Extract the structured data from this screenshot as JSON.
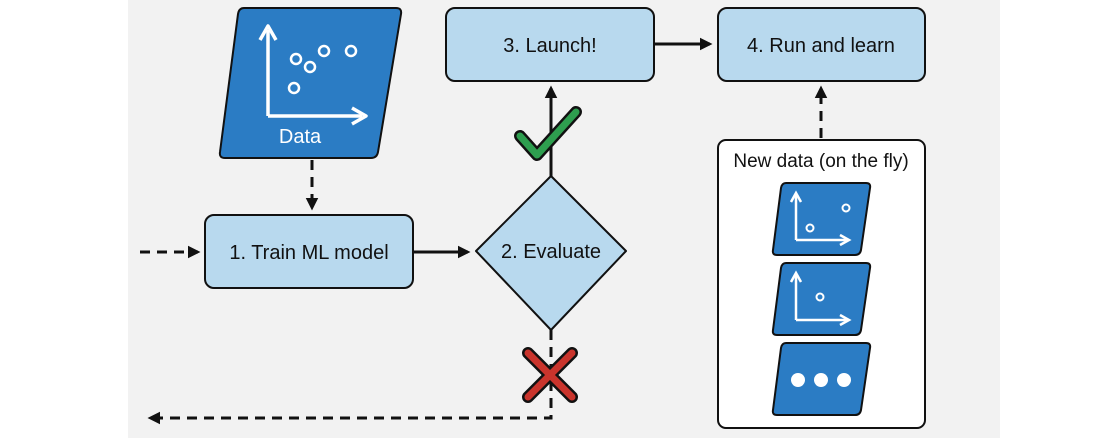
{
  "diagram": {
    "data_label": "Data",
    "train_label": "1. Train ML model",
    "evaluate_label": "2. Evaluate",
    "launch_label": "3. Launch!",
    "run_label": "4. Run and learn",
    "new_data_title": "New data (on the fly)"
  },
  "colors": {
    "background": "#f2f2f2",
    "box_fill": "#b8d9ee",
    "box_stroke": "#1a1a1a",
    "data_blue": "#2b7cc4",
    "check_green": "#2e9e4f",
    "cross_red": "#c9342c"
  },
  "icons": [
    "scatter-plot-icon",
    "checkmark-icon",
    "cross-icon",
    "ellipsis-icon"
  ]
}
